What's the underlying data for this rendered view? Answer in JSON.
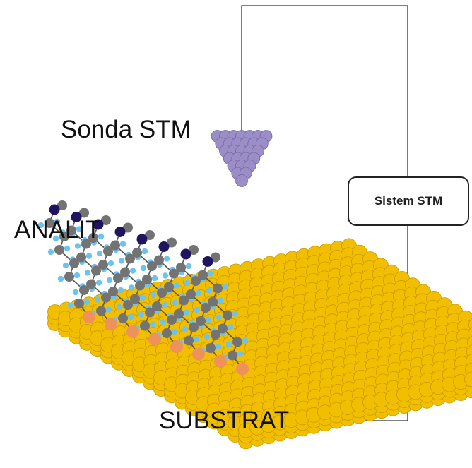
{
  "labels": {
    "probe": "Sonda STM",
    "analyte": "ANALIT",
    "substrate": "SUBSTRAT",
    "stm_system": "Sistem STM"
  },
  "colors": {
    "substrate": "#f2bf00",
    "substrate_edge": "#c89a00",
    "probe": "#9b8ec6",
    "probe_edge": "#7466a8",
    "carbon": "#737373",
    "hydrogen": "#6ec3ee",
    "nitrogen": "#1f1460",
    "anchor": "#ef915a",
    "wire": "#333333"
  }
}
